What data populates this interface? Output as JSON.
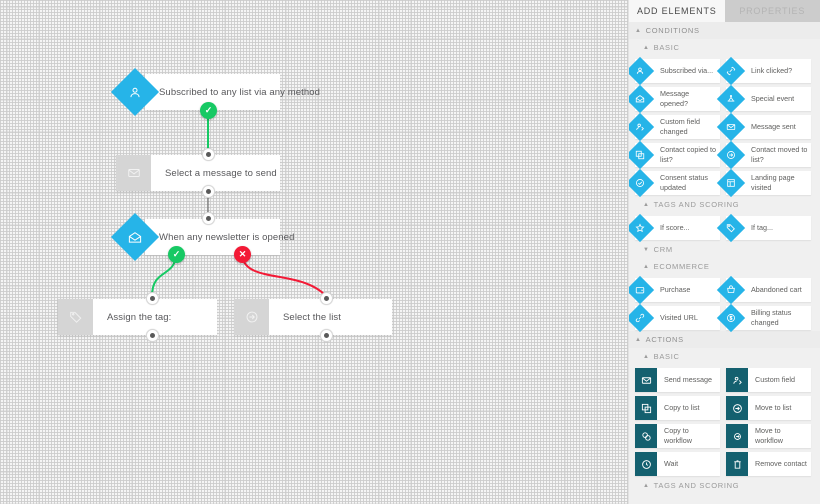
{
  "panel": {
    "tabs": [
      {
        "label": "ADD ELEMENTS",
        "active": true
      },
      {
        "label": "PROPERTIES",
        "active": false
      }
    ],
    "sections": [
      {
        "title": "CONDITIONS",
        "collapsed": false
      },
      {
        "title": "BASIC",
        "collapsed": false
      },
      {
        "title": "TAGS AND SCORING",
        "collapsed": false
      },
      {
        "title": "CRM",
        "collapsed": true
      },
      {
        "title": "ECOMMERCE",
        "collapsed": false
      },
      {
        "title": "ACTIONS",
        "collapsed": false
      },
      {
        "title": "BASIC",
        "collapsed": false
      },
      {
        "title": "TAGS AND SCORING",
        "collapsed": false
      }
    ],
    "conditions_basic": [
      {
        "label": "Subscribed via...",
        "icon": "person-icon"
      },
      {
        "label": "Link clicked?",
        "icon": "link-click-icon"
      },
      {
        "label": "Message opened?",
        "icon": "envelope-open-icon"
      },
      {
        "label": "Special event",
        "icon": "special-event-icon"
      },
      {
        "label": "Custom field changed",
        "icon": "person-edit-icon"
      },
      {
        "label": "Message sent",
        "icon": "envelope-icon"
      },
      {
        "label": "Contact copied to list?",
        "icon": "copy-icon"
      },
      {
        "label": "Contact moved to list?",
        "icon": "arrow-circle-icon"
      },
      {
        "label": "Consent status updated",
        "icon": "check-circle-icon"
      },
      {
        "label": "Landing page visited",
        "icon": "page-layout-icon"
      }
    ],
    "conditions_tags": [
      {
        "label": "If score...",
        "icon": "star-icon"
      },
      {
        "label": "If tag...",
        "icon": "tag-icon"
      }
    ],
    "ecommerce": [
      {
        "label": "Purchase",
        "icon": "wallet-icon"
      },
      {
        "label": "Abandoned cart",
        "icon": "cart-icon"
      },
      {
        "label": "Visited URL",
        "icon": "chain-link-icon"
      },
      {
        "label": "Billing status changed",
        "icon": "dollar-circle-icon"
      }
    ],
    "actions_basic": [
      {
        "label": "Send message",
        "icon": "envelope-icon"
      },
      {
        "label": "Custom field",
        "icon": "person-edit-icon"
      },
      {
        "label": "Copy to list",
        "icon": "copy-icon"
      },
      {
        "label": "Move to list",
        "icon": "arrow-circle-icon"
      },
      {
        "label": "Copy to workflow",
        "icon": "copy-workflow-icon"
      },
      {
        "label": "Move to workflow",
        "icon": "move-workflow-icon"
      },
      {
        "label": "Wait",
        "icon": "clock-icon"
      },
      {
        "label": "Remove contact",
        "icon": "trash-icon"
      }
    ]
  },
  "canvas": {
    "nodes": [
      {
        "id": "n1",
        "label": "Subscribed to any list via any method",
        "kind": "condition",
        "icon": "person-icon"
      },
      {
        "id": "n2",
        "label": "Select a message to send",
        "kind": "action",
        "icon": "envelope-icon"
      },
      {
        "id": "n3",
        "label": "When any newsletter is opened",
        "kind": "condition",
        "icon": "envelope-open-icon"
      },
      {
        "id": "n4",
        "label": "Assign the tag:",
        "kind": "action",
        "icon": "tag-icon"
      },
      {
        "id": "n5",
        "label": "Select the list",
        "kind": "action",
        "icon": "arrow-circle-icon"
      }
    ],
    "badges": [
      {
        "type": "ok",
        "glyph": "✓"
      },
      {
        "type": "ok",
        "glyph": "✓"
      },
      {
        "type": "no",
        "glyph": "✕"
      }
    ],
    "colors": {
      "condition_blue": "#26b4e8",
      "action_teal": "#14606f",
      "success_green": "#17c964",
      "fail_red": "#f31a36",
      "canvas_bg": "#f5f5f5"
    }
  }
}
